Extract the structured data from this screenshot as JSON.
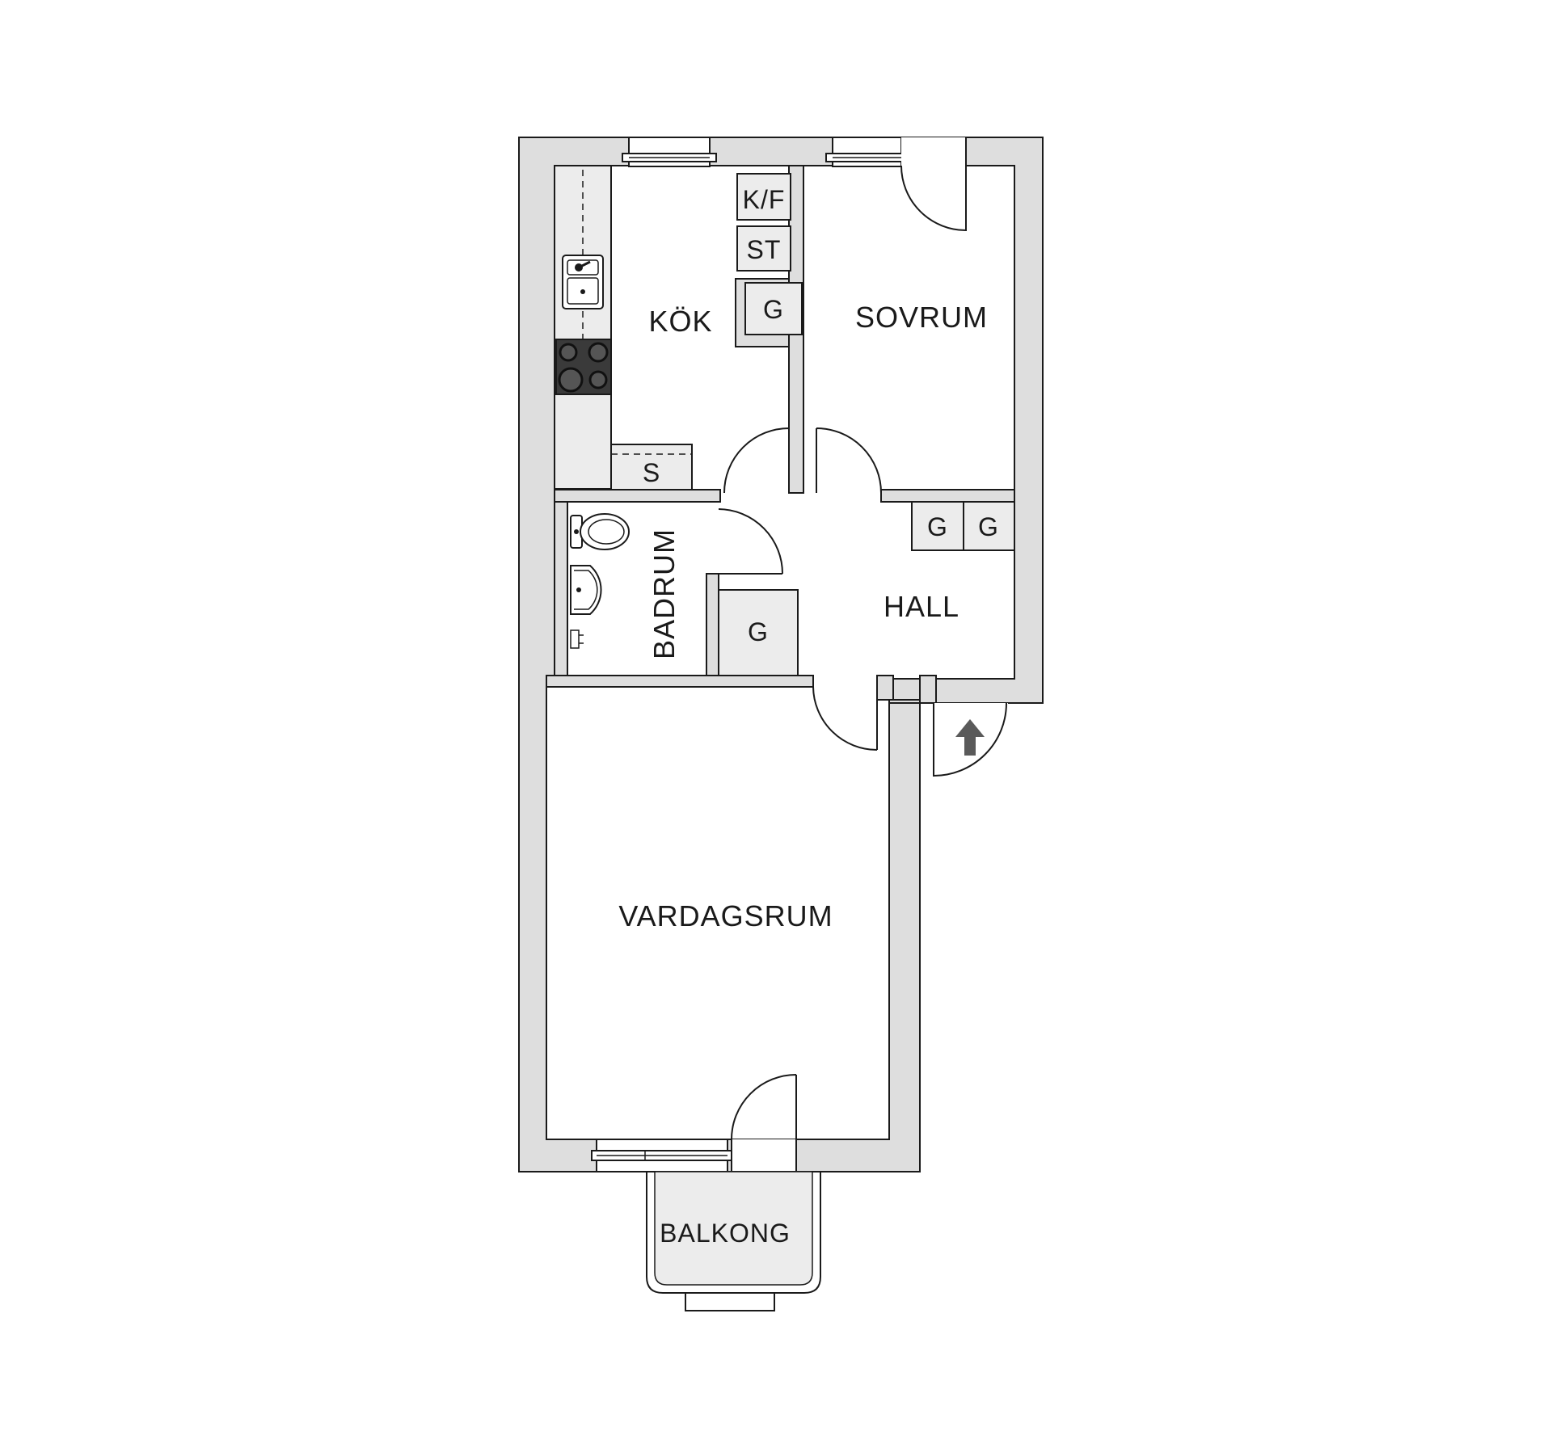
{
  "rooms": {
    "kok": "KÖK",
    "sovrum": "SOVRUM",
    "badrum": "BADRUM",
    "hall": "HALL",
    "vardagsrum": "VARDAGSRUM",
    "balkong": "BALKONG"
  },
  "fixtures": {
    "kf": "K/F",
    "st": "ST",
    "s": "S",
    "g": "G"
  },
  "colors": {
    "wall": "#dedede",
    "line": "#1a1a1a",
    "stove": "#3a3a3a",
    "entrance_arrow": "#5a5a5a"
  },
  "icons": [
    "sink-icon",
    "stove-icon",
    "toilet-icon",
    "washbasin-icon",
    "entrance-arrow-icon"
  ]
}
